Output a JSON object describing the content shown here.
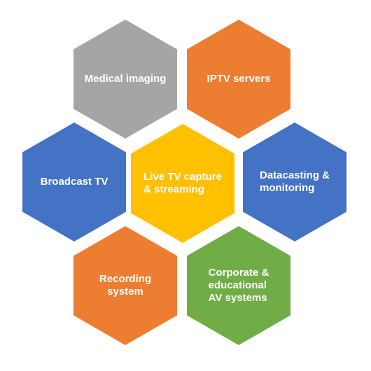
{
  "hexagons": [
    {
      "id": "medical",
      "label": "Medical imaging",
      "color": "#A5A5A5"
    },
    {
      "id": "iptv",
      "label": "IPTV servers",
      "color": "#ED7D31"
    },
    {
      "id": "broadcast",
      "label": "Broadcast TV",
      "color": "#4472C4"
    },
    {
      "id": "live",
      "label": "Live TV capture\n& streaming",
      "color": "#FFC000"
    },
    {
      "id": "datacast",
      "label": "Datacasting &\nmonitoring",
      "color": "#4472C4"
    },
    {
      "id": "recording",
      "label": "Recording system",
      "color": "#ED7D31"
    },
    {
      "id": "corporate",
      "label": "Corporate &\neducational\nAV systems",
      "color": "#70AD47"
    }
  ]
}
